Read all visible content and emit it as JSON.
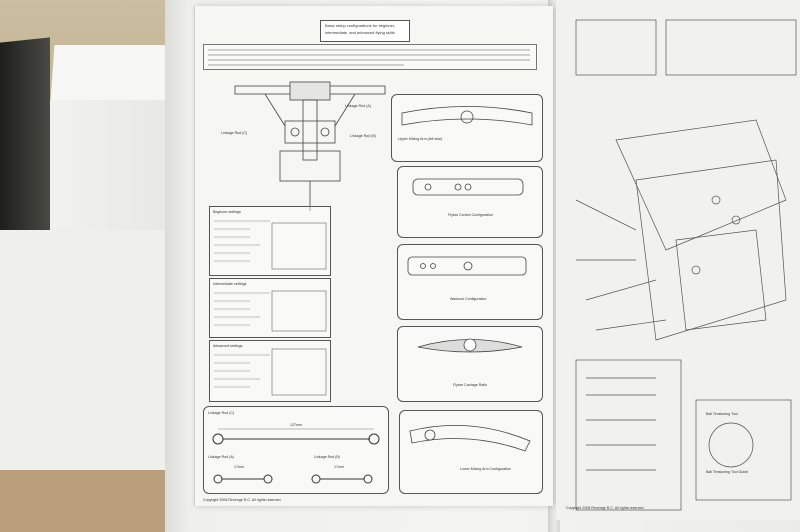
{
  "manual": {
    "title_line1": "Basic setup configurations for beginner,",
    "title_line2": "intermediate, and advanced flying skills",
    "left_page_footer": "Copyright 2008 Revenge R.C. All rights reserved",
    "right_page_footer": "Copyright 2008 Revenge R.C. All rights reserved",
    "labels": {
      "linkage_rod_a": "Linkage Rod (A)",
      "linkage_rod_b": "Linkage Rod (B)",
      "linkage_rod_c": "Linkage Rod (C)",
      "beginner_settings": "Beginner settings",
      "intermediate_settings": "Intermediate settings",
      "advanced_settings": "Advanced settings",
      "upper_mixing_arm": "Upper Mixing Arm (left side)",
      "flybar_control": "Flybar Control Configuration",
      "washout": "Washout Configuration",
      "flybar_carriage": "Flybar Carriage Ratio",
      "lower_mixing_arm": "Lower Mixing Arm Configuration",
      "linkage_rod_c_box": "Linkage Rod (C)",
      "linkage_rod_b_box": "Linkage Rod (A)",
      "linkage_rod_a_box": "Linkage Rod (B)",
      "rod_length_center": "127mm",
      "rod_length_left": "17mm",
      "rod_length_right": "17mm",
      "ball_tensioning_right": "Ball Tensioning Tool",
      "ball_tensioning_box": "Ball Tensioning Tool Guide"
    }
  }
}
